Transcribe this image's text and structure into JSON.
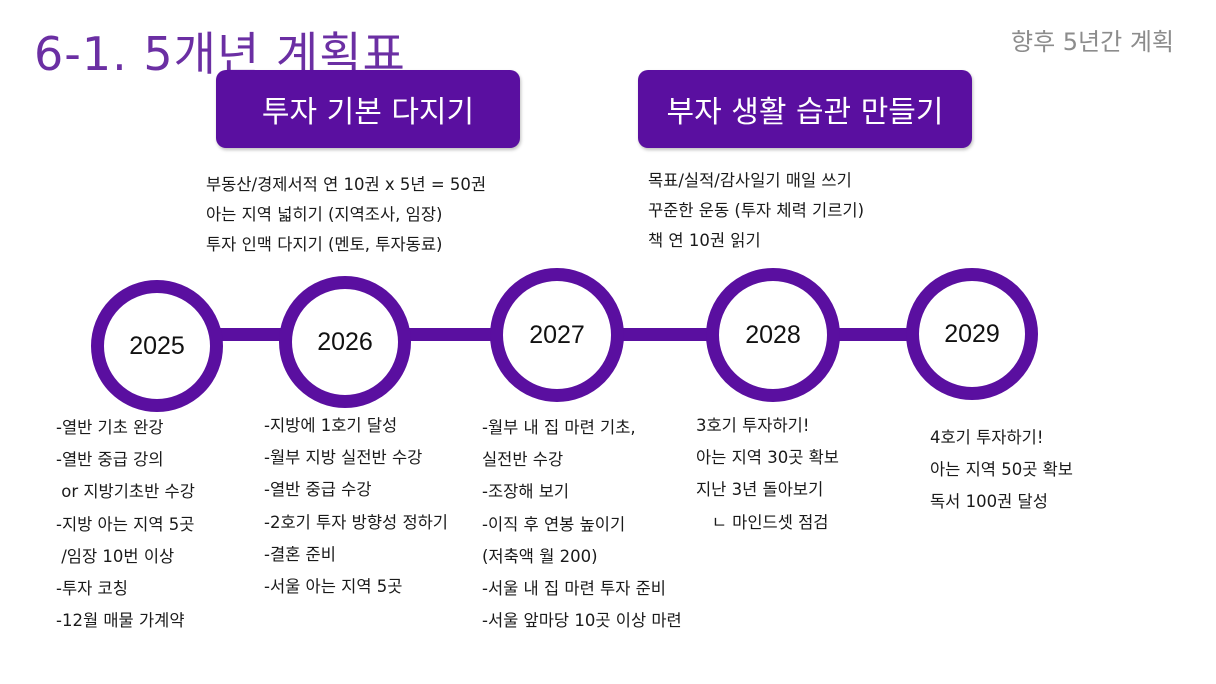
{
  "title": "6-1. 5개년 계획표",
  "subtitle": "향후 5년간 계획",
  "accent_color": "#5a0fa0",
  "phases": [
    {
      "label": "투자 기본 다지기",
      "goals": [
        "부동산/경제서적 연 10권 x 5년 = 50권",
        "아는 지역 넓히기 (지역조사, 임장)",
        "투자 인맥 다지기 (멘토, 투자동료)"
      ]
    },
    {
      "label": "부자 생활 습관 만들기",
      "goals": [
        "목표/실적/감사일기 매일 쓰기",
        "꾸준한 운동 (투자 체력 기르기)",
        "책 연 10권 읽기"
      ]
    }
  ],
  "years": [
    {
      "year": "2025",
      "items": [
        "-열반 기초 완강",
        "-열반 중급 강의",
        " or 지방기초반 수강",
        "-지방 아는 지역 5곳",
        " /임장 10번 이상",
        "-투자 코칭",
        "-12월 매물 가계약"
      ]
    },
    {
      "year": "2026",
      "items": [
        "-지방에 1호기 달성",
        "-월부 지방 실전반 수강",
        "-열반 중급 수강",
        "-2호기 투자 방향성 정하기",
        "-결혼 준비",
        "-서울 아는 지역 5곳"
      ]
    },
    {
      "year": "2027",
      "items": [
        "-월부 내 집 마련 기초,",
        "실전반 수강",
        "-조장해 보기",
        "-이직 후 연봉 높이기",
        "(저축액 월 200)",
        "-서울 내 집 마련 투자 준비",
        "-서울 앞마당 10곳 이상 마련"
      ]
    },
    {
      "year": "2028",
      "items": [
        "3호기 투자하기!",
        "아는 지역 30곳 확보",
        "지난 3년 돌아보기",
        "   ㄴ 마인드셋 점검"
      ]
    },
    {
      "year": "2029",
      "items": [
        "4호기 투자하기!",
        "아는 지역 50곳 확보",
        "독서 100권 달성"
      ]
    }
  ]
}
